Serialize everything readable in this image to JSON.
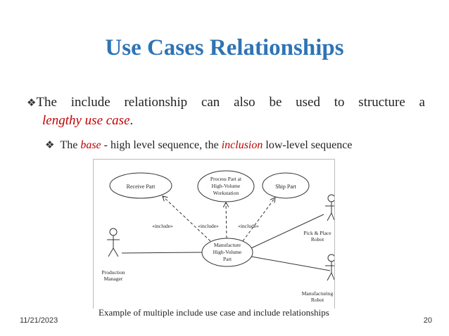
{
  "slide": {
    "title": "Use Cases Relationships",
    "bullet1": {
      "words_line1": [
        "The",
        "include",
        "relationship",
        "can",
        "also",
        "be",
        "used",
        "to",
        "structure",
        "a"
      ],
      "line2_italic": "lengthy use case",
      "line2_end": "."
    },
    "bullet2": {
      "text_start": "The ",
      "base": "base",
      "text_mid": " - high level sequence, the ",
      "inclusion": "inclusion",
      "text_end": " low-level sequence"
    },
    "caption": "Example of multiple  include use case and include relationships",
    "date": "11/21/2023",
    "page_number": "20",
    "bullet_glyph": "❖"
  },
  "diagram": {
    "use_cases": {
      "receive": "Receive Part",
      "process_l1": "Process Part at",
      "process_l2": "High-Volume",
      "process_l3": "Workstation",
      "ship": "Ship Part",
      "manufacture_l1": "Manufacture",
      "manufacture_l2": "High-Volume",
      "manufacture_l3": "Part"
    },
    "include_label": "«include»",
    "actors": {
      "production_l1": "Production",
      "production_l2": "Manager",
      "pick_l1": "Pick & Place",
      "pick_l2": "Robot",
      "manufacturing_l1": "Manufacturing",
      "manufacturing_l2": "Robot"
    }
  },
  "colors": {
    "title": "#2e74b5",
    "emphasis": "#c00000"
  }
}
